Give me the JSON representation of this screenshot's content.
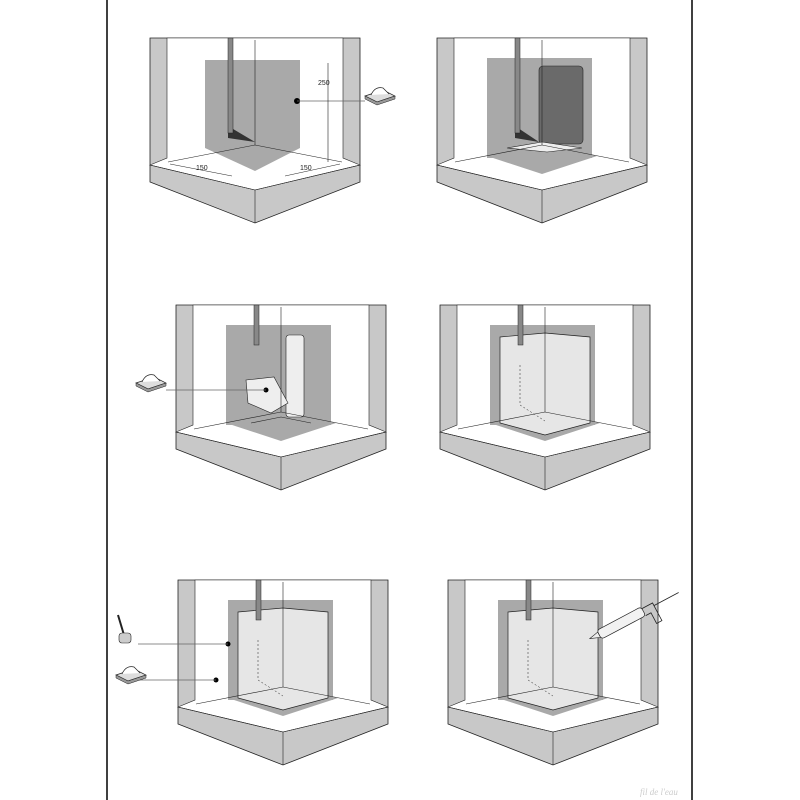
{
  "diagram": {
    "steps": [
      {
        "id": 1,
        "dimensions": {
          "height": "250",
          "left_floor": "150",
          "right_floor": "150"
        },
        "tool": "sponge-icon"
      },
      {
        "id": 2,
        "tool": null
      },
      {
        "id": 3,
        "tool": "sponge-icon"
      },
      {
        "id": 4,
        "tool": null
      },
      {
        "id": 5,
        "tools": [
          "roller-icon",
          "sponge-icon"
        ]
      },
      {
        "id": 6,
        "tool": "caulk-gun-icon"
      }
    ],
    "watermark": "fil de l'eau",
    "colors": {
      "wall": "#c8c8c8",
      "membrane": "#a9a9a9",
      "dark_membrane": "#6a6a6a",
      "line": "#222222"
    }
  }
}
